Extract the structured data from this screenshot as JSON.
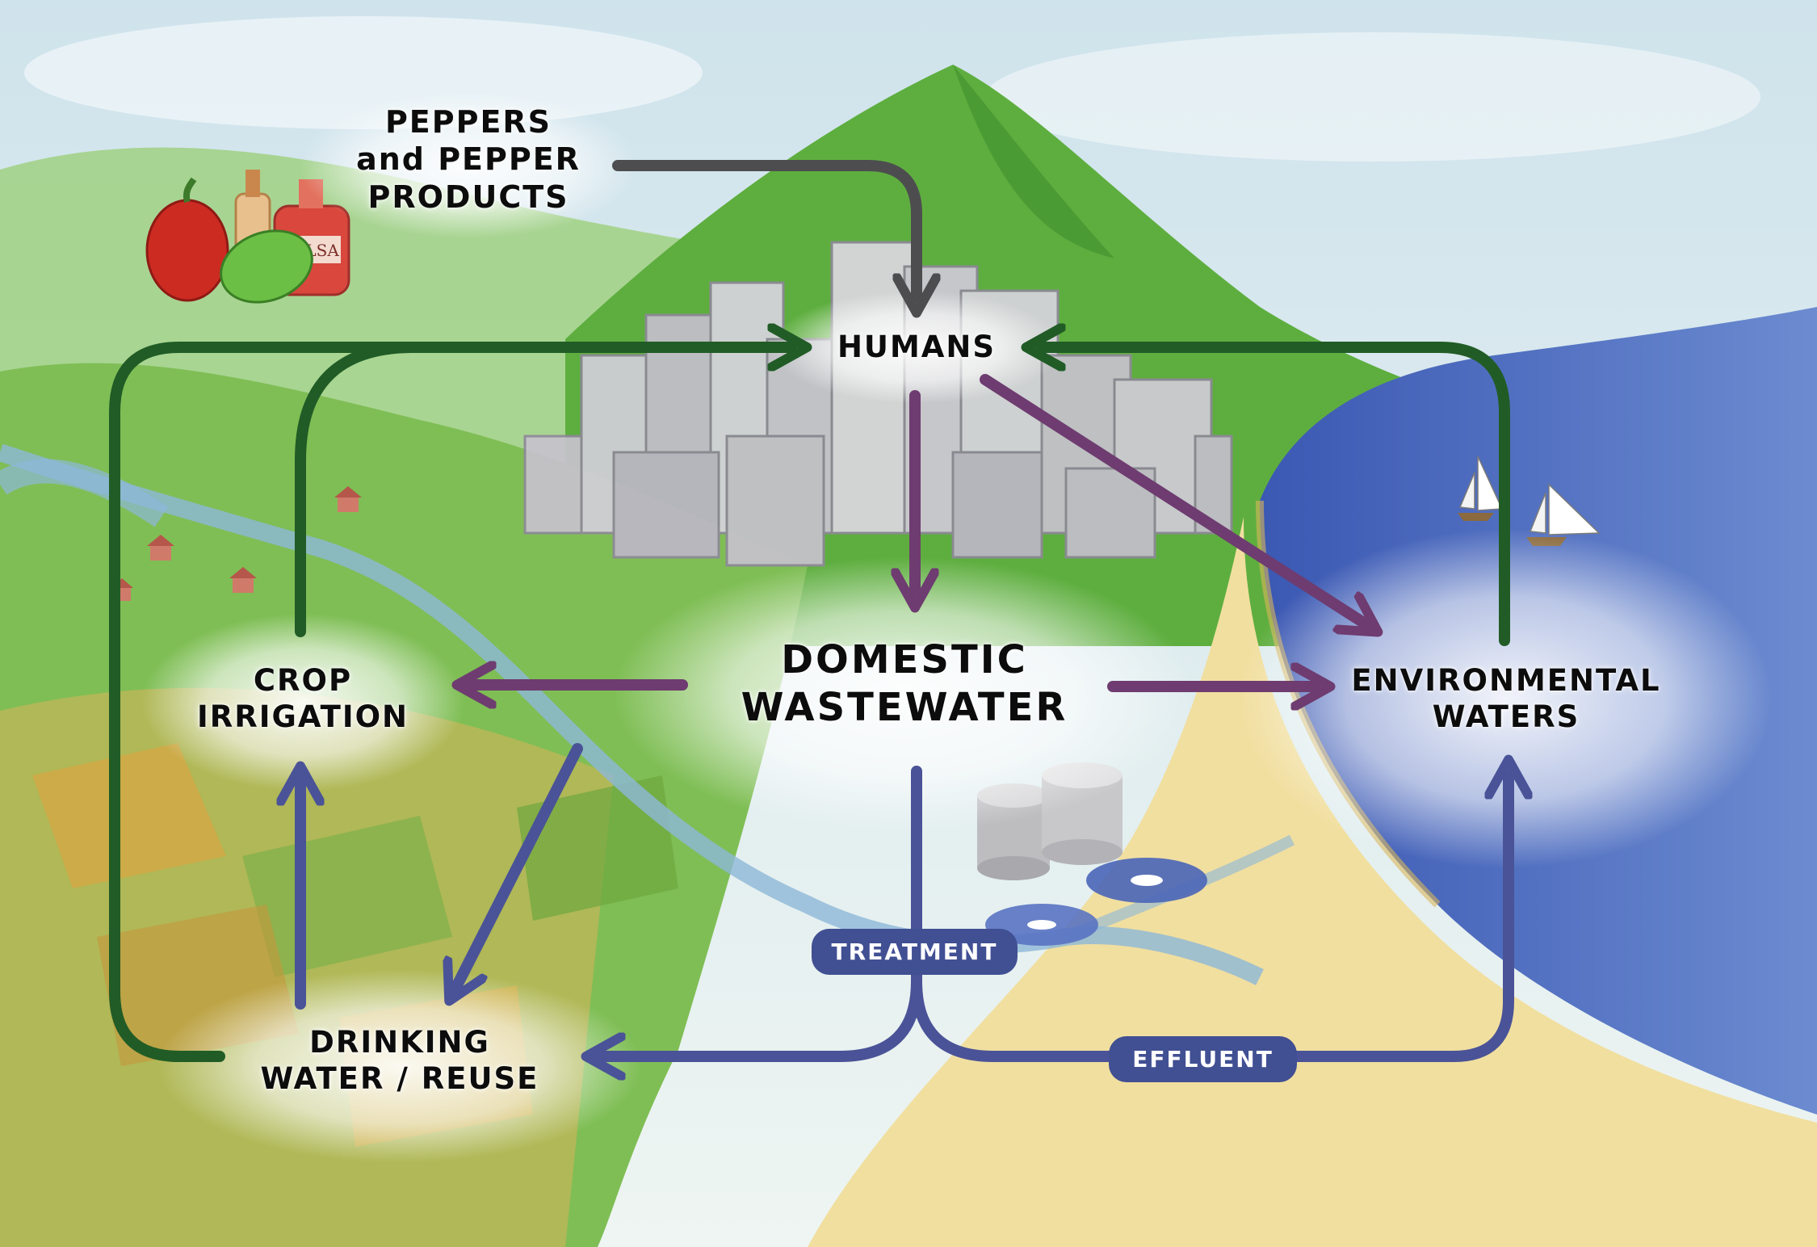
{
  "nodes": {
    "peppers": [
      "PEPPERS",
      "and PEPPER",
      "PRODUCTS"
    ],
    "humans": [
      "HUMANS"
    ],
    "domestic_wastewater": [
      "DOMESTIC",
      "WASTEWATER"
    ],
    "crop_irrigation": [
      "CROP",
      "IRRIGATION"
    ],
    "environmental_waters": [
      "ENVIRONMENTAL",
      "WATERS"
    ],
    "drinking_water_reuse": [
      "DRINKING",
      "WATER / REUSE"
    ]
  },
  "pills": {
    "treatment": "TREATMENT",
    "effluent": "EFFLUENT"
  },
  "bottle_label": "SALSA",
  "colors": {
    "gray_arrow": "#4d4d4f",
    "green_arrow": "#215c26",
    "purple_arrow": "#6e3c70",
    "blue_arrow": "#4a5397",
    "pill_fill": "#414f93"
  }
}
